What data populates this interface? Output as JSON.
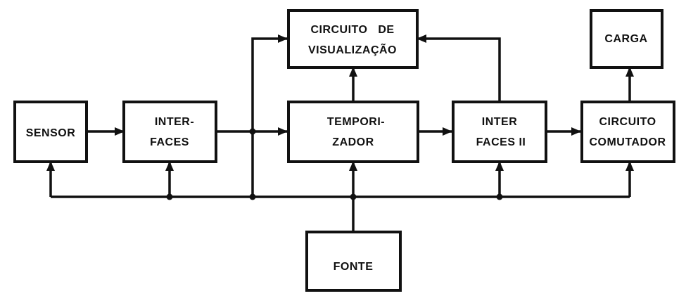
{
  "diagram": {
    "blocks": {
      "sensor": {
        "line1": "SENSOR"
      },
      "interfaces": {
        "line1": "INTER-",
        "line2": "FACES"
      },
      "temporizador": {
        "line1": "TEMPORI-",
        "line2": "ZADOR"
      },
      "visualizacao": {
        "line1": "CIRCUITO   DE",
        "line2": "VISUALIZAÇÃO"
      },
      "interfaces2": {
        "line1": "INTER",
        "line2": "FACES II"
      },
      "comutador": {
        "line1": "CIRCUITO",
        "line2": "COMUTADOR"
      },
      "carga": {
        "line1": "CARGA"
      },
      "fonte": {
        "line1": "FONTE"
      }
    },
    "connections": [
      {
        "from": "SENSOR",
        "to": "INTER-FACES"
      },
      {
        "from": "INTER-FACES",
        "to": "TEMPORIZADOR"
      },
      {
        "from": "INTER-FACES",
        "to": "CIRCUITO DE VISUALIZAÇÃO"
      },
      {
        "from": "TEMPORIZADOR",
        "to": "CIRCUITO DE VISUALIZAÇÃO"
      },
      {
        "from": "TEMPORIZADOR",
        "to": "INTER FACES II"
      },
      {
        "from": "INTER FACES II",
        "to": "CIRCUITO DE VISUALIZAÇÃO"
      },
      {
        "from": "INTER FACES II",
        "to": "CIRCUITO COMUTADOR"
      },
      {
        "from": "CIRCUITO COMUTADOR",
        "to": "CARGA"
      },
      {
        "from": "FONTE",
        "to": "SENSOR"
      },
      {
        "from": "FONTE",
        "to": "INTER-FACES"
      },
      {
        "from": "FONTE",
        "to": "TEMPORIZADOR"
      },
      {
        "from": "FONTE",
        "to": "INTER FACES II"
      },
      {
        "from": "FONTE",
        "to": "CIRCUITO COMUTADOR"
      }
    ]
  }
}
